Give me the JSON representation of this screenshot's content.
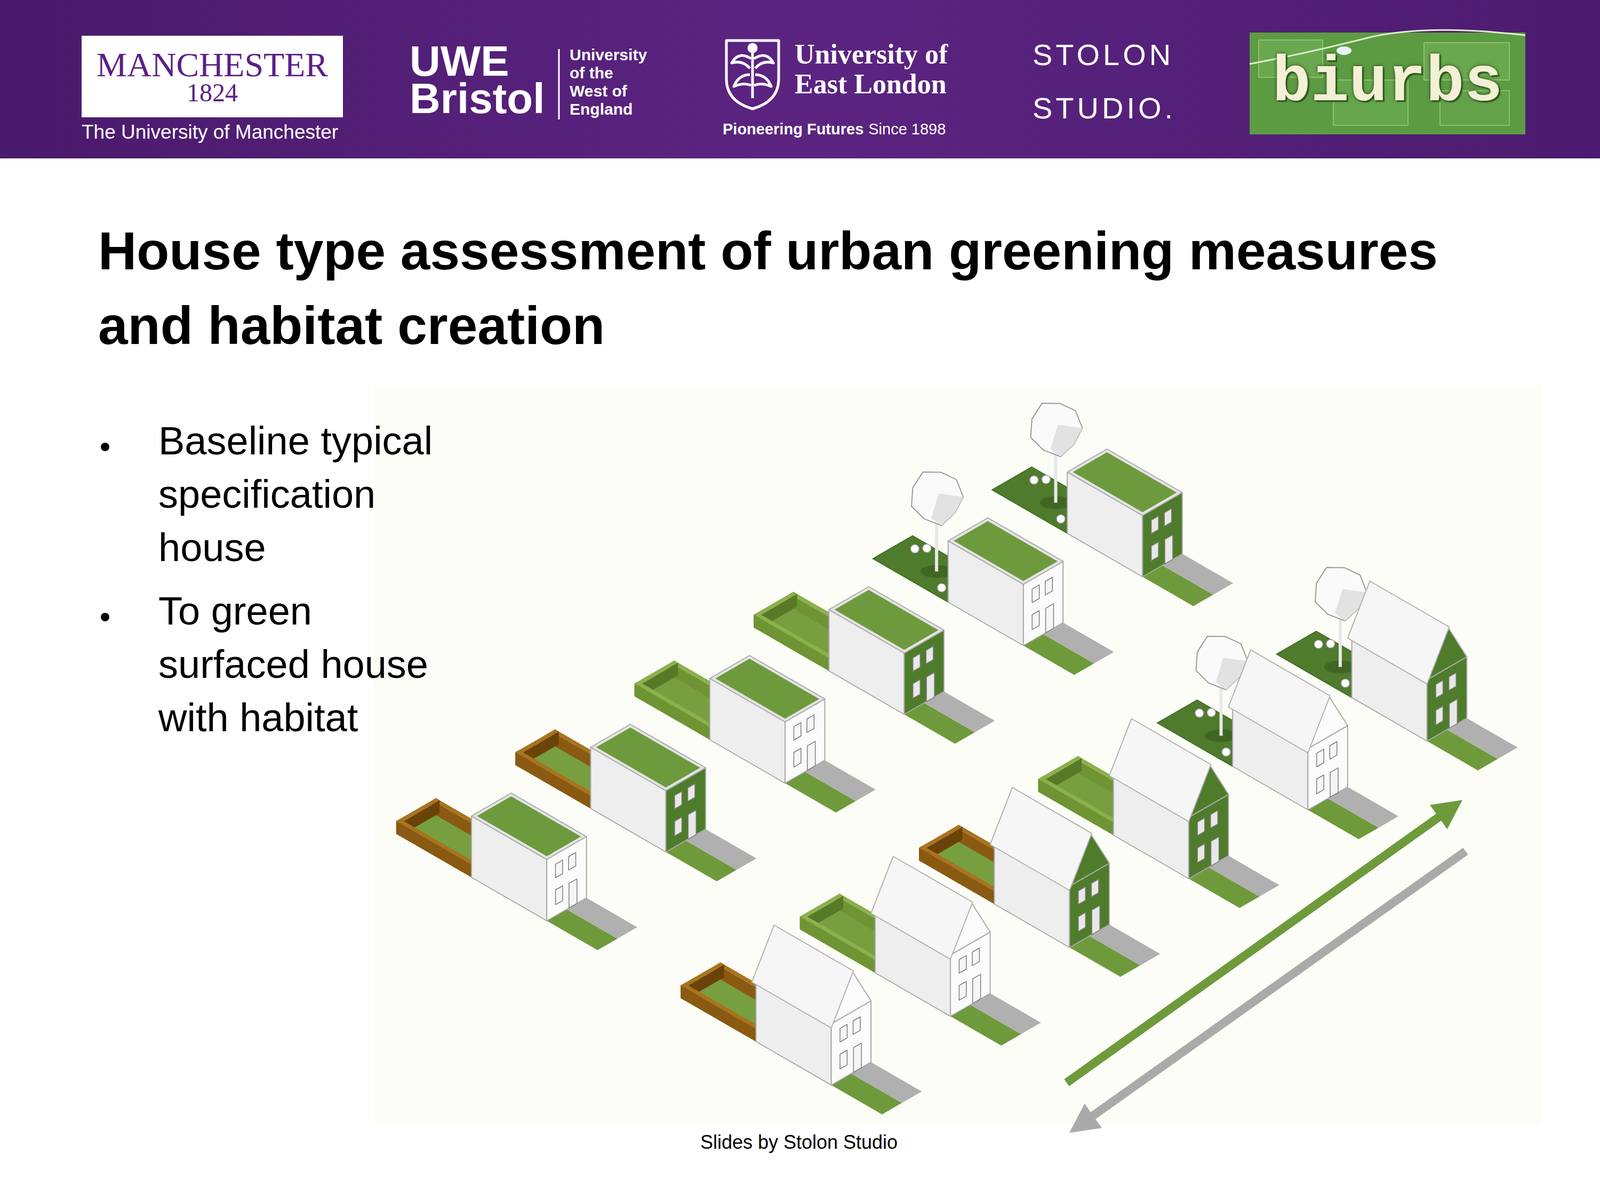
{
  "diagram": {
    "title": "House type assessment of urban greening measures and habitat creation",
    "caption": "Slides by Stolon Studio",
    "labels": [
      "MANCHESTER",
      "1824",
      "The University of Manchester",
      "UWE Bristol",
      "University of the West of England",
      "University of East London",
      "Pioneering Futures",
      "Since 1898",
      "STOLON STUDIO.",
      "biurbs",
      "Baseline typical specification house",
      "To green surfaced house with habitat"
    ]
  }
}
